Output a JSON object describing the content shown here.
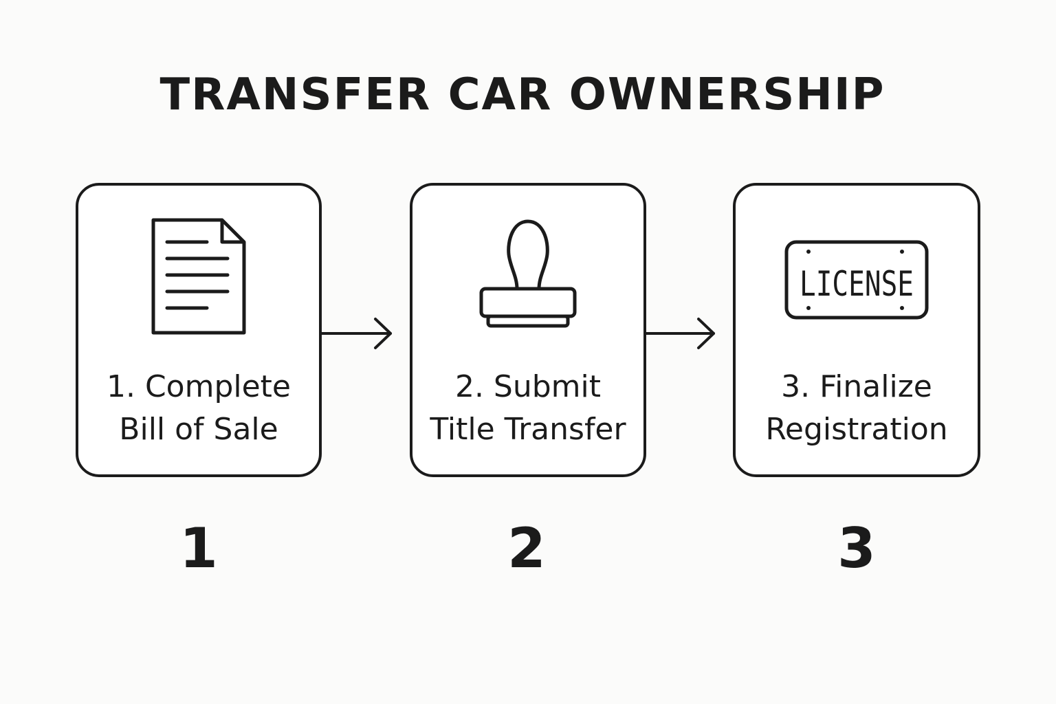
{
  "title": "TRANSFER CAR OWNERSHIP",
  "steps": [
    {
      "label_line1": "1. Complete",
      "label_line2": "Bill of Sale",
      "number": "1",
      "icon": "document-icon"
    },
    {
      "label_line1": "2. Submit",
      "label_line2": "Title Transfer",
      "number": "2",
      "icon": "stamp-icon"
    },
    {
      "label_line1": "3. Finalize",
      "label_line2": "Registration",
      "number": "3",
      "icon": "license-plate-icon",
      "icon_text": "LICENSE"
    }
  ],
  "colors": {
    "stroke": "#1b1b1b",
    "background": "#fbfbfa"
  }
}
